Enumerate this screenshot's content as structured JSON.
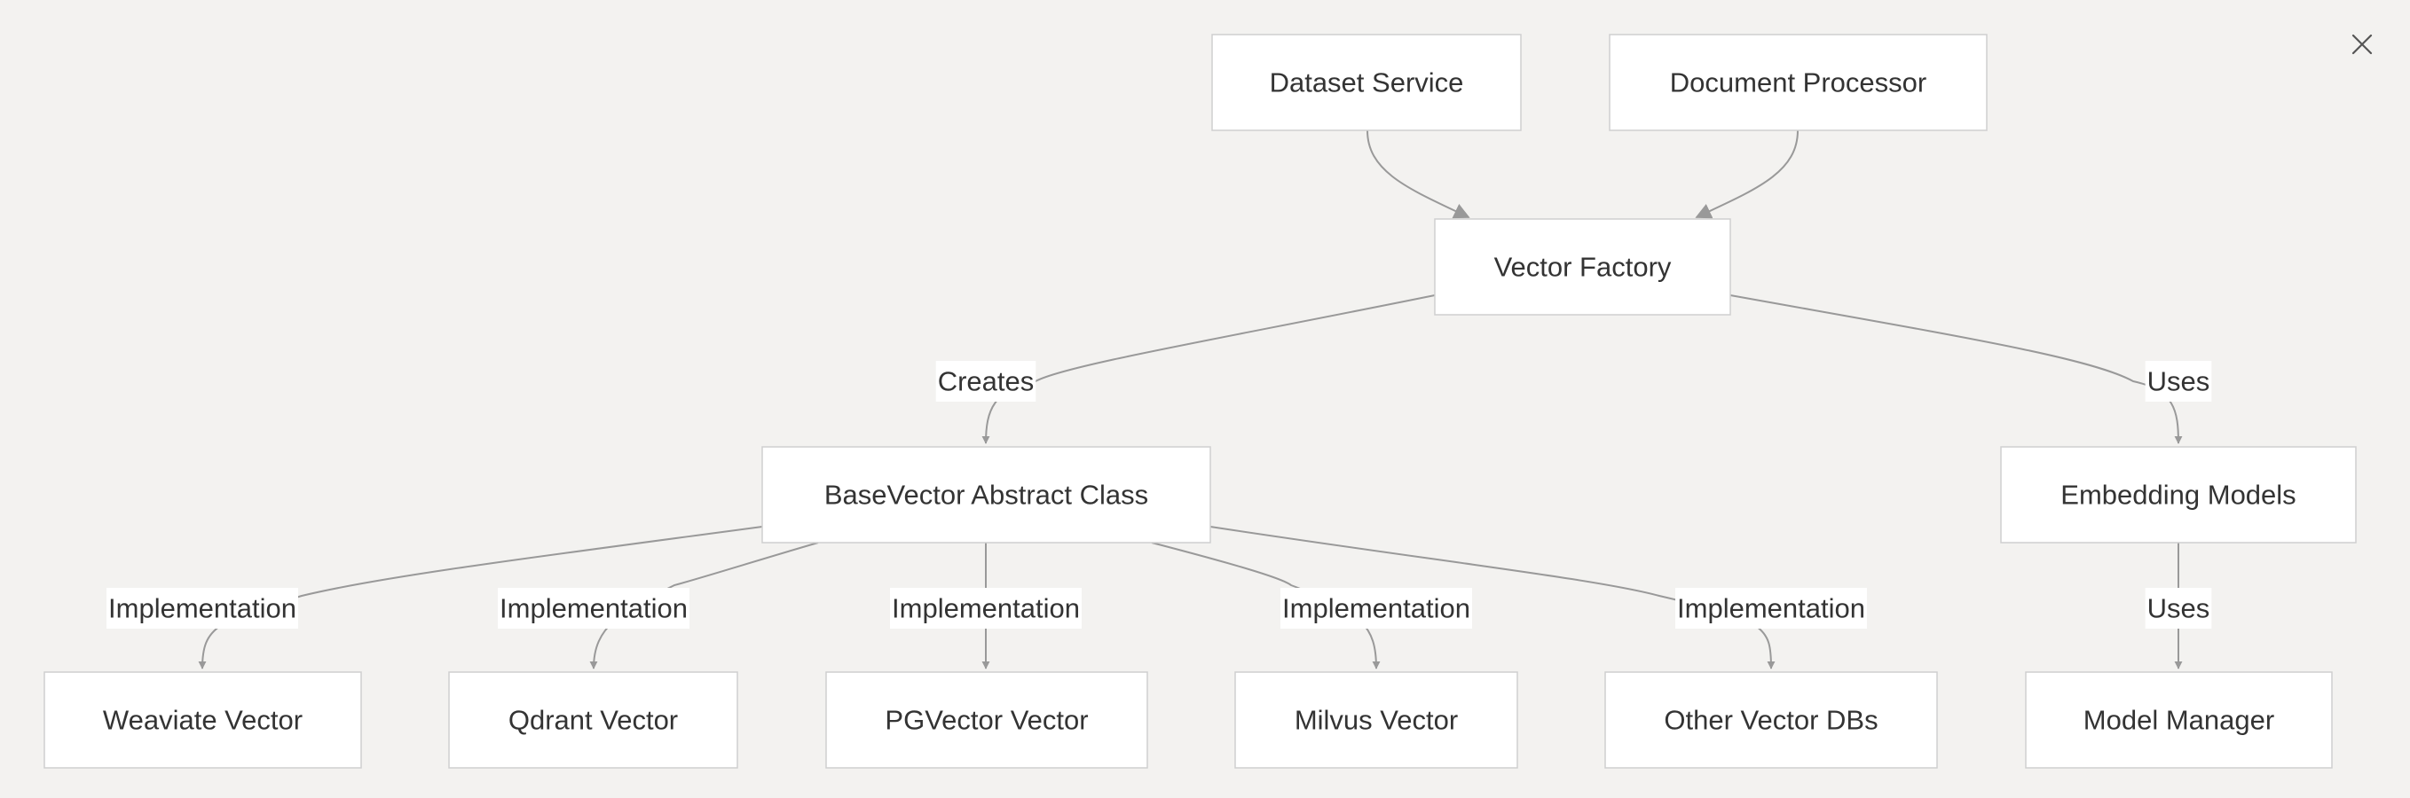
{
  "colors": {
    "background": "#f3f2f0",
    "node_fill": "#ffffff",
    "node_border": "#cfcfcf",
    "edge": "#999999",
    "text": "#333333"
  },
  "toolbar": {
    "close_icon": "close-icon"
  },
  "nodes": [
    {
      "id": "dataset-service",
      "label": "Dataset Service"
    },
    {
      "id": "document-processor",
      "label": "Document Processor"
    },
    {
      "id": "vector-factory",
      "label": "Vector Factory"
    },
    {
      "id": "basevector",
      "label": "BaseVector Abstract Class"
    },
    {
      "id": "embedding-models",
      "label": "Embedding Models"
    },
    {
      "id": "weaviate",
      "label": "Weaviate Vector"
    },
    {
      "id": "qdrant",
      "label": "Qdrant Vector"
    },
    {
      "id": "pgvector",
      "label": "PGVector Vector"
    },
    {
      "id": "milvus",
      "label": "Milvus Vector"
    },
    {
      "id": "other-dbs",
      "label": "Other Vector DBs"
    },
    {
      "id": "model-manager",
      "label": "Model Manager"
    }
  ],
  "edges": [
    {
      "from": "dataset-service",
      "to": "vector-factory",
      "label": ""
    },
    {
      "from": "document-processor",
      "to": "vector-factory",
      "label": ""
    },
    {
      "from": "vector-factory",
      "to": "basevector",
      "label": "Creates"
    },
    {
      "from": "vector-factory",
      "to": "embedding-models",
      "label": "Uses"
    },
    {
      "from": "basevector",
      "to": "weaviate",
      "label": "Implementation"
    },
    {
      "from": "basevector",
      "to": "qdrant",
      "label": "Implementation"
    },
    {
      "from": "basevector",
      "to": "pgvector",
      "label": "Implementation"
    },
    {
      "from": "basevector",
      "to": "milvus",
      "label": "Implementation"
    },
    {
      "from": "basevector",
      "to": "other-dbs",
      "label": "Implementation"
    },
    {
      "from": "embedding-models",
      "to": "model-manager",
      "label": "Uses"
    }
  ]
}
